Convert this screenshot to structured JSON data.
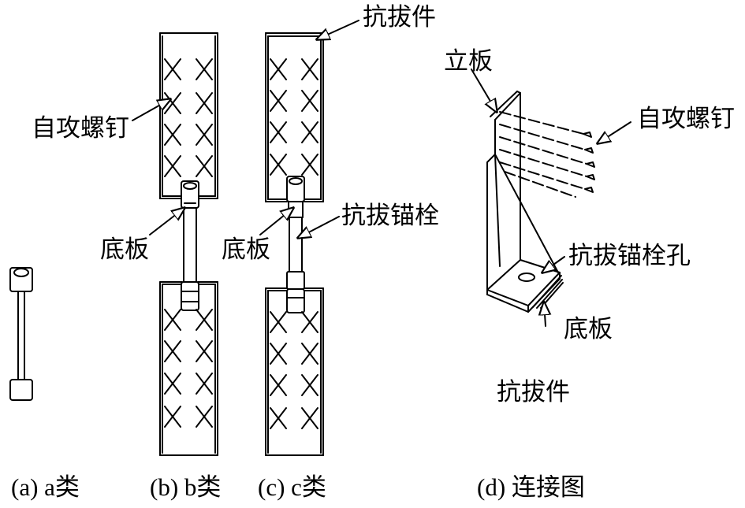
{
  "colors": {
    "ink": "#000000",
    "paper": "#ffffff"
  },
  "labels": {
    "tapping_screw_left": "自攻螺钉",
    "base_plate_b": "底板",
    "base_plate_c": "底板",
    "holddown_top": "抗拔件",
    "anchor_bolt": "抗拔锚栓",
    "vertical_plate": "立板",
    "tapping_screw_right": "自攻螺钉",
    "anchor_bolt_hole": "抗拔锚栓孔",
    "base_plate_d": "底板",
    "holddown_d": "抗拔件"
  },
  "captions": {
    "a": "(a) a类",
    "b": "(b) b类",
    "c": "(c) c类",
    "d": "(d) 连接图"
  }
}
